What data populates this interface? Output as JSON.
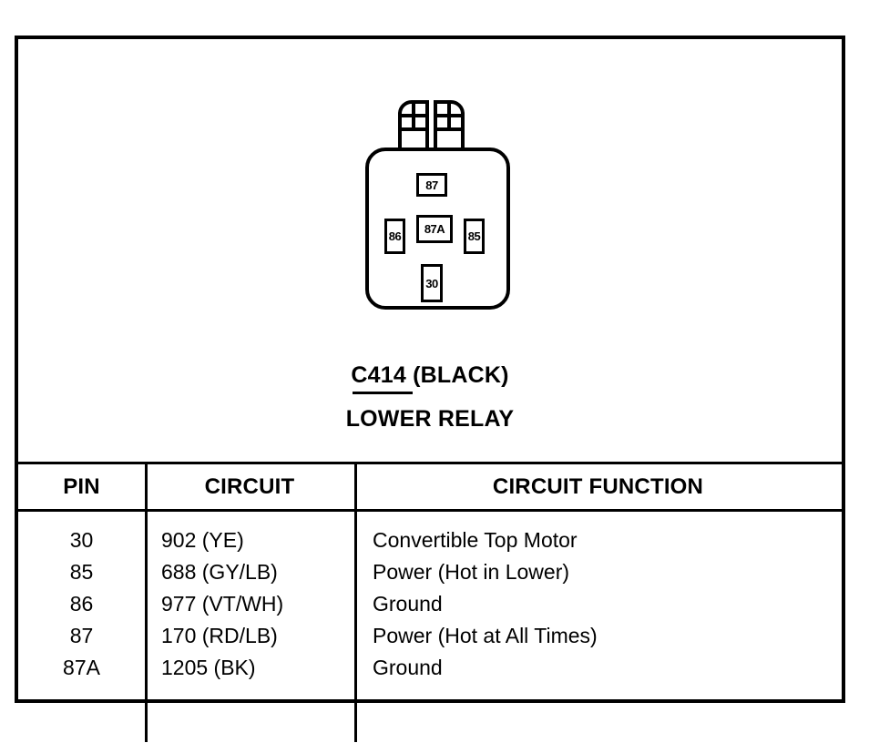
{
  "diagram": {
    "component": "relay-connector",
    "connector_id": "C414 (BLACK)",
    "relay_name": "LOWER RELAY",
    "pins": [
      {
        "label": "87",
        "position": "top"
      },
      {
        "label": "86",
        "position": "left"
      },
      {
        "label": "87A",
        "position": "center"
      },
      {
        "label": "85",
        "position": "right"
      },
      {
        "label": "30",
        "position": "bottom"
      }
    ]
  },
  "table": {
    "headers": [
      "PIN",
      "CIRCUIT",
      "CIRCUIT FUNCTION"
    ],
    "rows": [
      {
        "pin": "30",
        "circuit": "902 (YE)",
        "function": "Convertible Top Motor"
      },
      {
        "pin": "85",
        "circuit": "688 (GY/LB)",
        "function": "Power (Hot in Lower)"
      },
      {
        "pin": "86",
        "circuit": "977 (VT/WH)",
        "function": "Ground"
      },
      {
        "pin": "87",
        "circuit": "170 (RD/LB)",
        "function": "Power (Hot at All Times)"
      },
      {
        "pin": "87A",
        "circuit": "1205 (BK)",
        "function": "Ground"
      }
    ]
  },
  "colors": {
    "ink": "#000000",
    "paper": "#ffffff"
  }
}
